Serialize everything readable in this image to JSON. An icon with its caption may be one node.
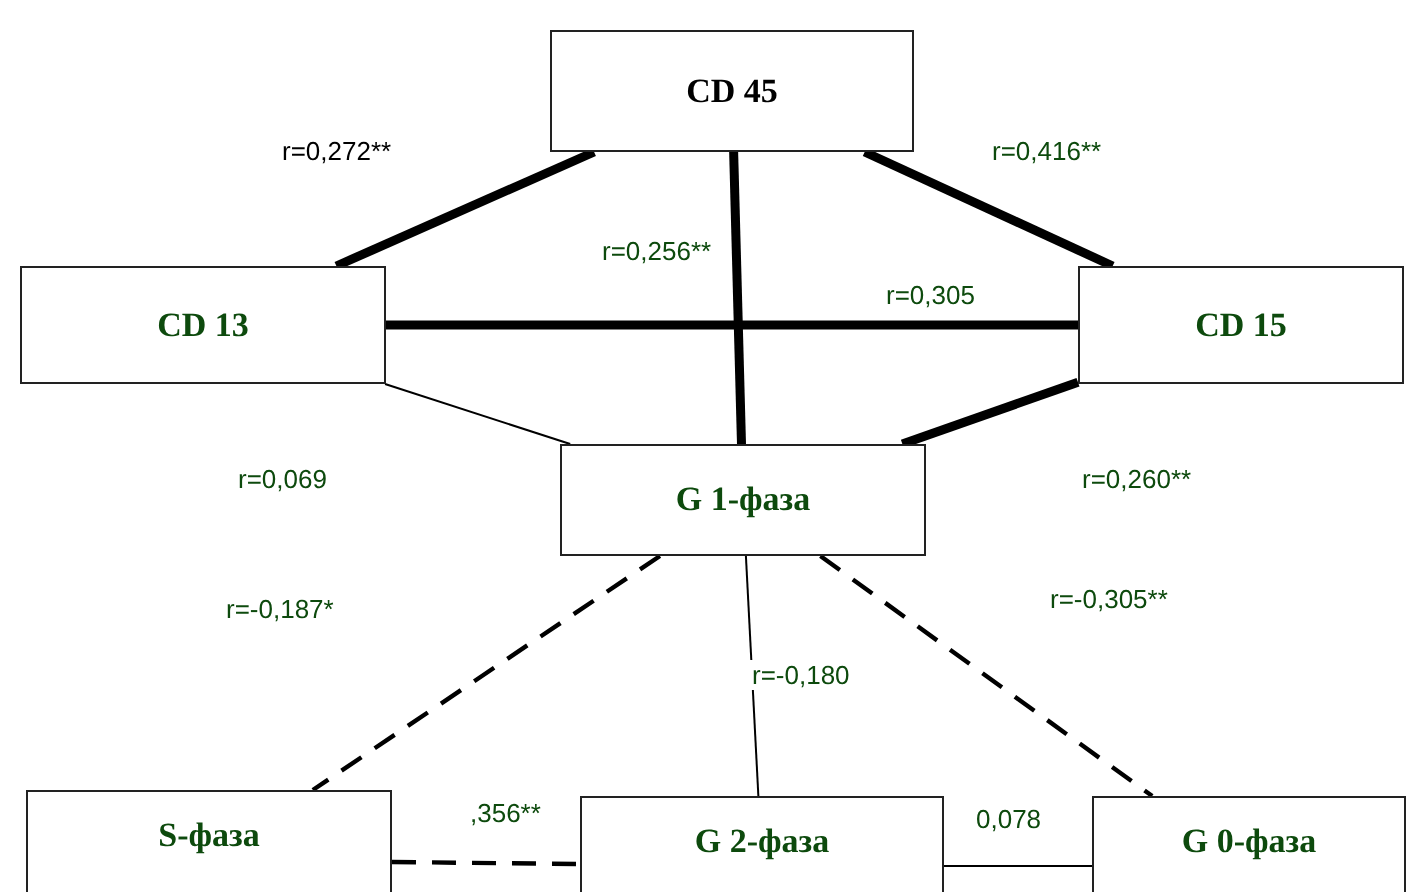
{
  "diagram": {
    "nodes": [
      {
        "text": [
          "CD 45"
        ]
      },
      {
        "text": [
          "CD 13"
        ]
      },
      {
        "text": [
          "CD 15"
        ]
      },
      {
        "text": [
          "G 1-фаза"
        ]
      },
      {
        "text": [
          "S-фаза"
        ]
      },
      {
        "text": [
          "G 2-фаза"
        ]
      },
      {
        "text": [
          "G 0-фаза"
        ]
      }
    ],
    "edges": [
      {
        "from": 1,
        "to": 0,
        "arrow": "none",
        "label": "r=0,272**",
        "style": "thick"
      },
      {
        "from": 0,
        "to": 2,
        "arrow": "none",
        "label": "r=0,416**",
        "style": "thick"
      },
      {
        "from": 0,
        "to": 3,
        "arrow": "none",
        "label": "r=0,256**",
        "style": "thick"
      },
      {
        "from": 1,
        "to": 2,
        "arrow": "none",
        "label": "r=0,305",
        "style": "thick"
      },
      {
        "from": 1,
        "to": 3,
        "arrow": "none",
        "label": "r=0,069"
      },
      {
        "from": 2,
        "to": 3,
        "arrow": "none",
        "label": "r=0,260**",
        "style": "thick"
      },
      {
        "from": 3,
        "to": 4,
        "arrow": "none",
        "label": "r=-0,187*",
        "style": "dashed"
      },
      {
        "from": 3,
        "to": 5,
        "arrow": "none",
        "label": "r=-0,180"
      },
      {
        "from": 3,
        "to": 6,
        "arrow": "none",
        "label": "r=-0,305**",
        "style": "dashed"
      },
      {
        "from": 4,
        "to": 5,
        "arrow": "none",
        "label": ",356**",
        "style": "dashed"
      },
      {
        "from": 5,
        "to": 6,
        "arrow": "none",
        "label": "0,078"
      }
    ]
  }
}
